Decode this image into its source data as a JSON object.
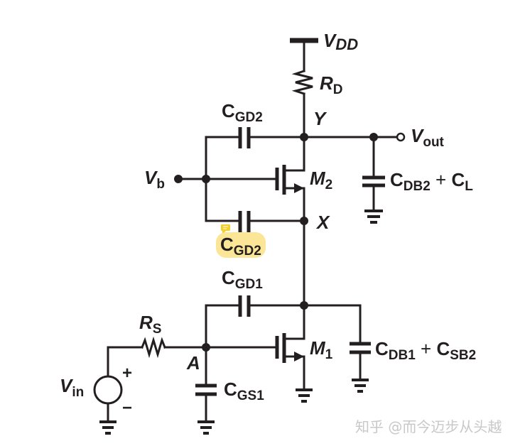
{
  "figure": "Cascode amplifier small-signal capacitance schematic",
  "labels": {
    "vdd": {
      "main": "V",
      "sub": "DD"
    },
    "rd": {
      "main": "R",
      "sub": "D"
    },
    "node_y": "Y",
    "cgd2_top": {
      "main": "C",
      "sub": "GD2"
    },
    "vout": {
      "main": "V",
      "sub": "out"
    },
    "vb": {
      "main": "V",
      "sub": "b"
    },
    "m2": {
      "main": "M",
      "sub": "2"
    },
    "cdb2_cl": {
      "main1": "C",
      "sub1": "DB2",
      "plus": " + ",
      "main2": "C",
      "sub2": "L"
    },
    "node_x": "X",
    "cgd2_bottom": {
      "main": "C",
      "sub": "GD2"
    },
    "cgd1": {
      "main": "C",
      "sub": "GD1"
    },
    "rs": {
      "main": "R",
      "sub": "S"
    },
    "node_a": "A",
    "m1": {
      "main": "M",
      "sub": "1"
    },
    "cdb1_csb2": {
      "main1": "C",
      "sub1": "DB1",
      "plus": " + ",
      "main2": "C",
      "sub2": "SB2"
    },
    "vin": {
      "main": "V",
      "sub": "in"
    },
    "vin_plus": "+",
    "vin_minus": "−",
    "cgs1": {
      "main": "C",
      "sub": "GS1"
    }
  },
  "highlight_color": "#fbe596",
  "watermark": "知乎 @而今迈步从头越"
}
